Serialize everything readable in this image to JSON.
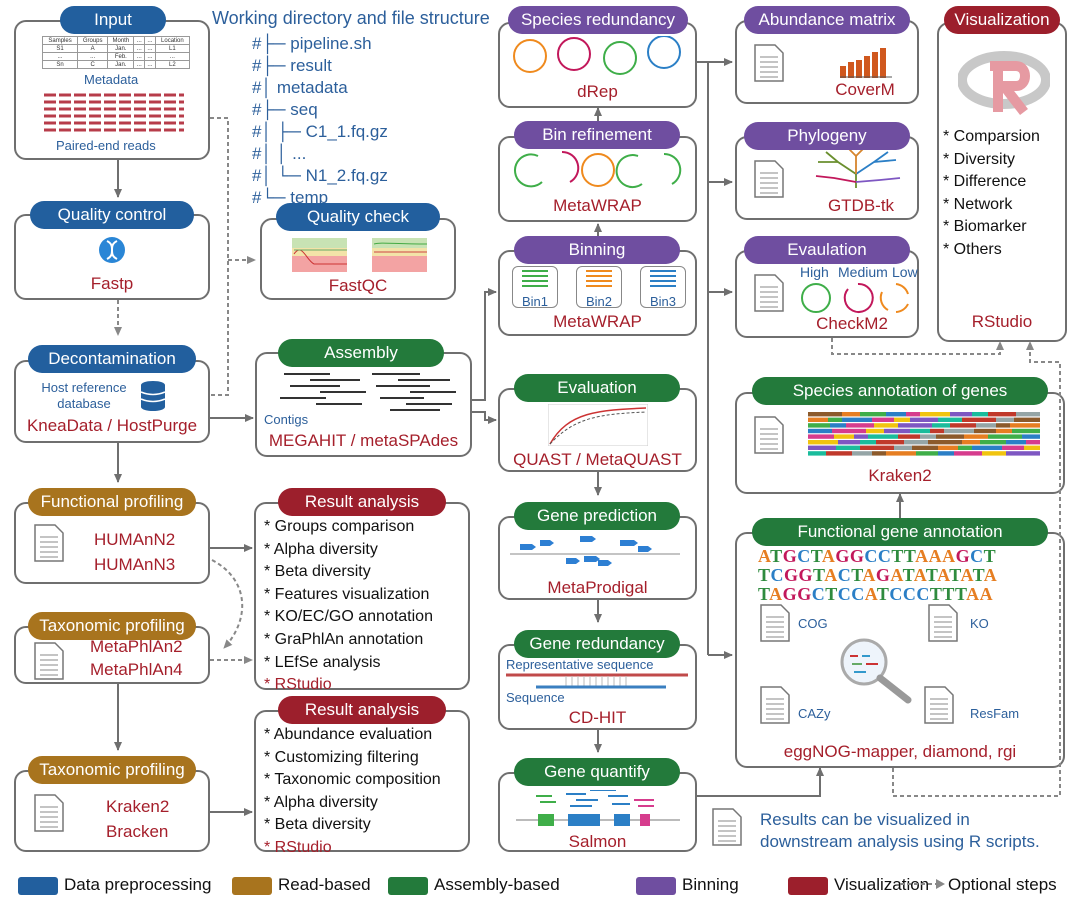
{
  "file_tree": {
    "title": "Working directory and file structure",
    "lines": [
      {
        "prefix": "#├─ ",
        "name": "pipeline.sh"
      },
      {
        "prefix": "#├─ ",
        "name": "result"
      },
      {
        "prefix": "#│     ",
        "name": "metadata"
      },
      {
        "prefix": "#├─ ",
        "name": "seq"
      },
      {
        "prefix": "#│     ├─ ",
        "name": "C1_1.fq.gz"
      },
      {
        "prefix": "#│     │    ",
        "name": "..."
      },
      {
        "prefix": "#│     └─ ",
        "name": "N1_2.fq.gz"
      },
      {
        "prefix": "#└─ ",
        "name": "temp"
      }
    ]
  },
  "input": {
    "title": "Input",
    "metadata_label": "Metadata",
    "reads_label": "Paired-end reads",
    "table": [
      [
        "Samples",
        "Groups",
        "Month",
        "...",
        "...",
        "Location"
      ],
      [
        "S1",
        "A",
        "Jan.",
        "...",
        "...",
        "L1"
      ],
      [
        "...",
        "...",
        "Feb.",
        "...",
        "...",
        "..."
      ],
      [
        "Sn",
        "C",
        "Jan.",
        "...",
        "...",
        "L2"
      ]
    ]
  },
  "quality_control": {
    "title": "Quality control",
    "tool": "Fastp"
  },
  "quality_check": {
    "title": "Quality check",
    "tool": "FastQC"
  },
  "decontamination": {
    "title": "Decontamination",
    "label": "Host reference database",
    "tool": "KneaData / HostPurge"
  },
  "functional_profiling": {
    "title": "Functional profiling",
    "tool1": "HUMAnN2",
    "tool2": "HUMAnN3"
  },
  "taxonomic_profiling_1": {
    "title": "Taxonomic profiling",
    "tool1": "MetaPhlAn2",
    "tool2": "MetaPhlAn4"
  },
  "taxonomic_profiling_2": {
    "title": "Taxonomic profiling",
    "tool1": "Kraken2",
    "tool2": "Bracken"
  },
  "result_analysis_1": {
    "title": "Result analysis",
    "items": [
      "* Groups comparison",
      "* Alpha diversity",
      "* Beta diversity",
      "* Features visualization",
      "* KO/EC/GO annotation",
      "* GraPhlAn annotation",
      "* LEfSe analysis",
      "* RStudio"
    ]
  },
  "result_analysis_2": {
    "title": "Result analysis",
    "items": [
      "* Abundance evaluation",
      "* Customizing filtering",
      "* Taxonomic composition",
      "* Alpha diversity",
      "* Beta diversity",
      "* RStudio"
    ]
  },
  "assembly": {
    "title": "Assembly",
    "label": "Contigs",
    "tool": "MEGAHIT / metaSPAdes"
  },
  "evaluation_quast": {
    "title": "Evaluation",
    "tool": "QUAST / MetaQUAST"
  },
  "gene_prediction": {
    "title": "Gene prediction",
    "tool": "MetaProdigal"
  },
  "gene_redundancy": {
    "title": "Gene redundancy",
    "label1": "Representative sequence",
    "label2": "Sequence",
    "tool": "CD-HIT"
  },
  "gene_quantify": {
    "title": "Gene quantify",
    "tool": "Salmon"
  },
  "species_redundancy": {
    "title": "Species redundancy",
    "tool": "dRep"
  },
  "bin_refinement": {
    "title": "Bin refinement",
    "tool": "MetaWRAP"
  },
  "binning": {
    "title": "Binning",
    "bins": [
      "Bin1",
      "Bin2",
      "Bin3"
    ],
    "tool": "MetaWRAP"
  },
  "abundance_matrix": {
    "title": "Abundance matrix",
    "tool": "CoverM"
  },
  "phylogeny": {
    "title": "Phylogeny",
    "tool": "GTDB-tk"
  },
  "evaluation_checkm": {
    "title": "Evaulation",
    "levels": [
      "High",
      "Medium",
      "Low"
    ],
    "tool": "CheckM2"
  },
  "visualization": {
    "title": "Visualization",
    "items": [
      "* Comparsion",
      "* Diversity",
      "* Difference",
      "* Network",
      "* Biomarker",
      "* Others"
    ],
    "tool": "RStudio"
  },
  "species_annotation": {
    "title": "Species annotation of genes",
    "tool": "Kraken2"
  },
  "functional_annotation": {
    "title": "Functional gene annotation",
    "seq_lines": [
      "ATGCTAGGCCTTAAAGCT",
      "TCGGTACTAGATATATATA",
      "TAGGCTCCATCCCTTTAA"
    ],
    "dbs": [
      "COG",
      "KO",
      "CAZy",
      "ResFam"
    ],
    "tool": "eggNOG-mapper, diamond, rgi"
  },
  "note": {
    "line1": "Results can be visualized in",
    "line2": "downstream analysis using R scripts."
  },
  "legend": {
    "items": [
      {
        "label": "Data preprocessing",
        "color": "#225f9e"
      },
      {
        "label": "Read-based",
        "color": "#a8741e"
      },
      {
        "label": "Assembly-based",
        "color": "#237a3b"
      },
      {
        "label": "Binning",
        "color": "#6f4ea0"
      },
      {
        "label": "Visualization",
        "color": "#9c1f2c"
      }
    ],
    "optional": "Optional steps"
  }
}
